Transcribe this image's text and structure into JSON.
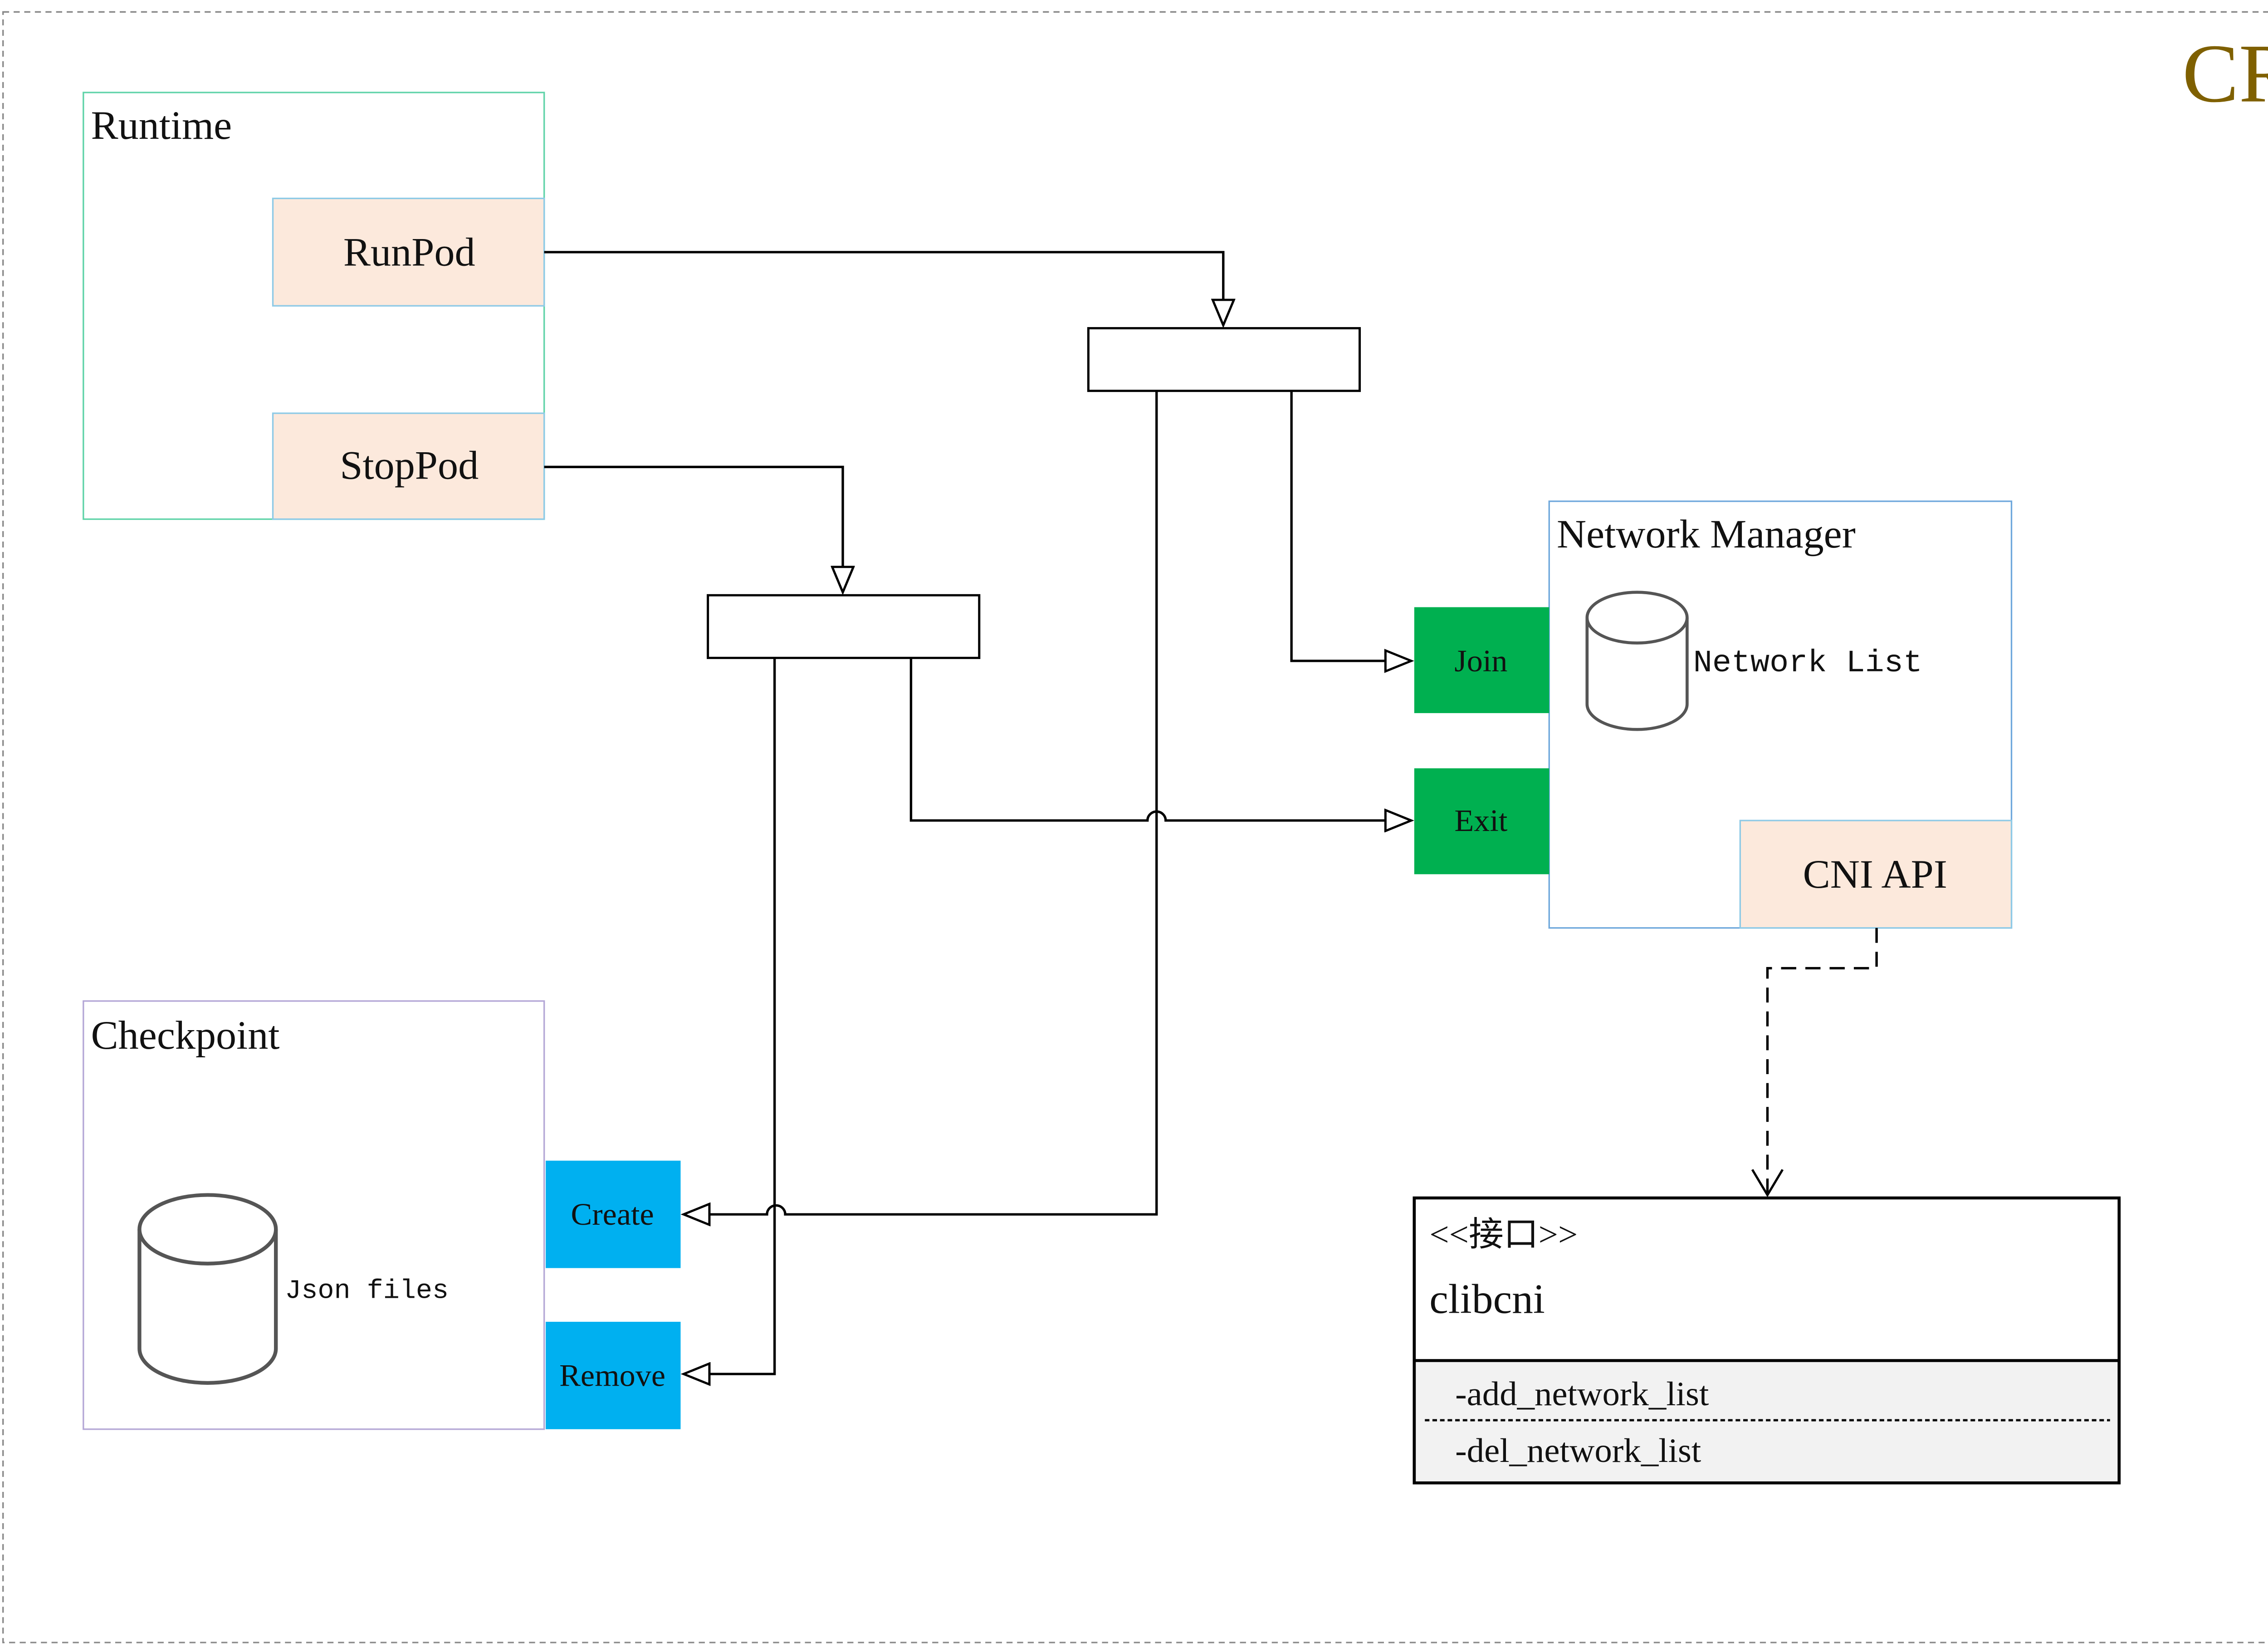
{
  "frame": {
    "label": "CRI",
    "label_color": "#7f6000"
  },
  "runtime": {
    "title": "Runtime",
    "run_pod": "RunPod",
    "stop_pod": "StopPod"
  },
  "network_manager": {
    "title": "Network Manager",
    "network_list": "Network List",
    "cni_api": "CNI API",
    "join": "Join",
    "exit": "Exit"
  },
  "checkpoint": {
    "title": "Checkpoint",
    "json_files": "Json files",
    "create": "Create",
    "remove": "Remove"
  },
  "clibcni": {
    "stereotype": "<<接口>>",
    "name": "clibcni",
    "methods": [
      "-add_network_list",
      "-del_network_list"
    ]
  },
  "colors": {
    "port_green": "#00b050",
    "port_blue": "#00b0f0",
    "method_fill": "#fce9dc",
    "methods_bg": "#f2f2f2"
  }
}
